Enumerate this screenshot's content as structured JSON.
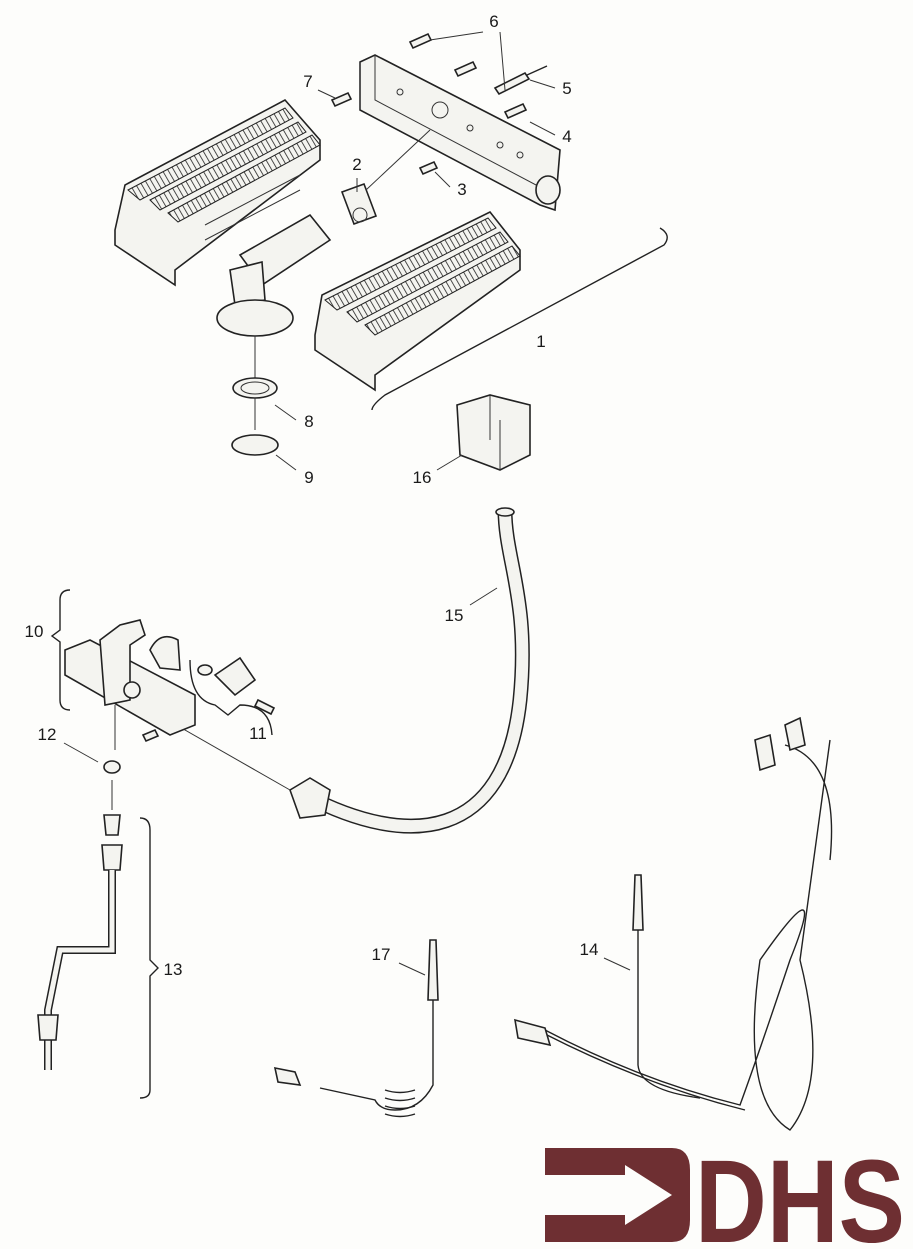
{
  "diagram": {
    "type": "exploded parts diagram",
    "part_labels": [
      {
        "id": "1",
        "text": "1"
      },
      {
        "id": "2",
        "text": "2"
      },
      {
        "id": "3",
        "text": "3"
      },
      {
        "id": "4",
        "text": "4"
      },
      {
        "id": "5",
        "text": "5"
      },
      {
        "id": "6",
        "text": "6"
      },
      {
        "id": "7",
        "text": "7"
      },
      {
        "id": "8",
        "text": "8"
      },
      {
        "id": "9",
        "text": "9"
      },
      {
        "id": "10",
        "text": "10"
      },
      {
        "id": "11",
        "text": "11"
      },
      {
        "id": "12",
        "text": "12"
      },
      {
        "id": "13",
        "text": "13"
      },
      {
        "id": "14",
        "text": "14"
      },
      {
        "id": "15",
        "text": "15"
      },
      {
        "id": "16",
        "text": "16"
      },
      {
        "id": "17",
        "text": "17"
      }
    ]
  },
  "logo": {
    "text": "DHS",
    "color": "#6e2f32"
  }
}
